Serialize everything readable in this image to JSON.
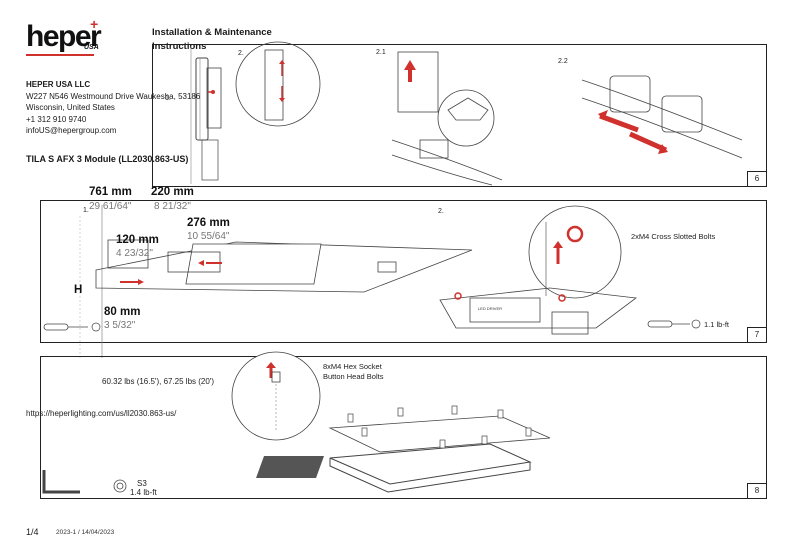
{
  "brand": {
    "logo_text": "heper",
    "logo_sub": "USA"
  },
  "header": {
    "title": "Installation & Maintenance Instructions"
  },
  "company": {
    "name": "HEPER USA LLC",
    "address": "W227 N546 Westmound Drive Waukesha, 53186",
    "country": "Wisconsin, United States",
    "phone": "+1 312 910 9740",
    "email": "infoUS@hepergroup.com"
  },
  "product": "TILA S AFX 3 Module (LL2030.863-US)",
  "panel6": {
    "number": "6",
    "step1": "1.",
    "step2": "2.",
    "step2_1": "2.1",
    "step2_2": "2.2"
  },
  "dimensions": {
    "length_mm": "761 mm",
    "length_in": "29 61/64\"",
    "width_mm": "220 mm",
    "width_in": "8 21/32\"",
    "depth_mm": "276 mm",
    "depth_in": "10 55/64\"",
    "module_mm": "120 mm",
    "module_in": "4 23/32\"",
    "height_label": "H",
    "base_mm": "80 mm",
    "base_in": "3 5/32\""
  },
  "panel7": {
    "number": "7",
    "step1": "1.",
    "step2": "2.",
    "bolts": "2xM4 Cross Slotted Bolts",
    "torque": "1.1 lb-ft",
    "driver_label": "LED DRIVER"
  },
  "panel8": {
    "number": "8",
    "bolts_line1": "8xM4 Hex Socket",
    "bolts_line2": "Button Head Bolts",
    "key_size": "S3",
    "torque": "1.4 lb-ft"
  },
  "weights": "60.32 lbs (16.5'), 67.25 lbs (20')",
  "url": "https://heperlighting.com/us/ll2030.863-us/",
  "footer": {
    "page": "1/4",
    "version": "2023-1 / 14/04/2023"
  },
  "colors": {
    "accent": "#d0312d",
    "line": "#222222"
  }
}
